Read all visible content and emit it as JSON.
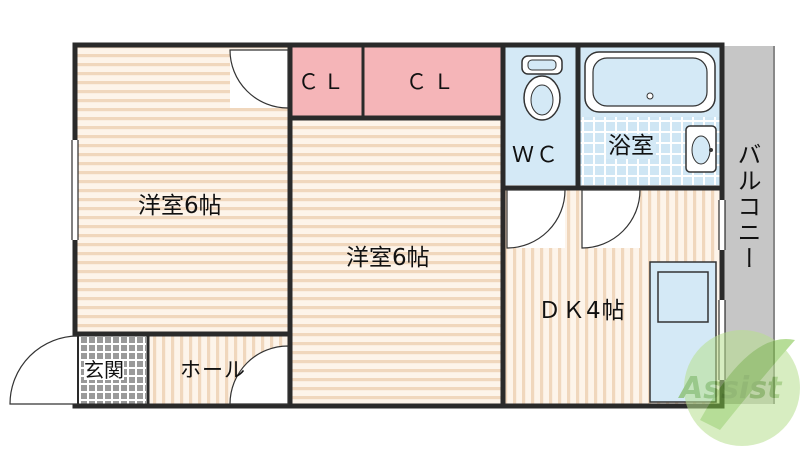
{
  "floor_plan": {
    "rooms": {
      "western_room_1": "洋室6帖",
      "western_room_2": "洋室6帖",
      "closet_1": "ＣＬ",
      "closet_2": "ＣＬ",
      "wc": "ＷＣ",
      "bathroom": "浴室",
      "balcony": "バルコニー",
      "dk": "ＤＫ4帖",
      "entrance": "玄関",
      "hall": "ホール"
    },
    "logo_text": "Assist"
  },
  "colors": {
    "floor_stripe": "#f2dcc4",
    "closet": "#f5b5b8",
    "wet_area": "#d4e9f6",
    "balcony": "#c8c8c8",
    "logo": "#7cc243"
  }
}
